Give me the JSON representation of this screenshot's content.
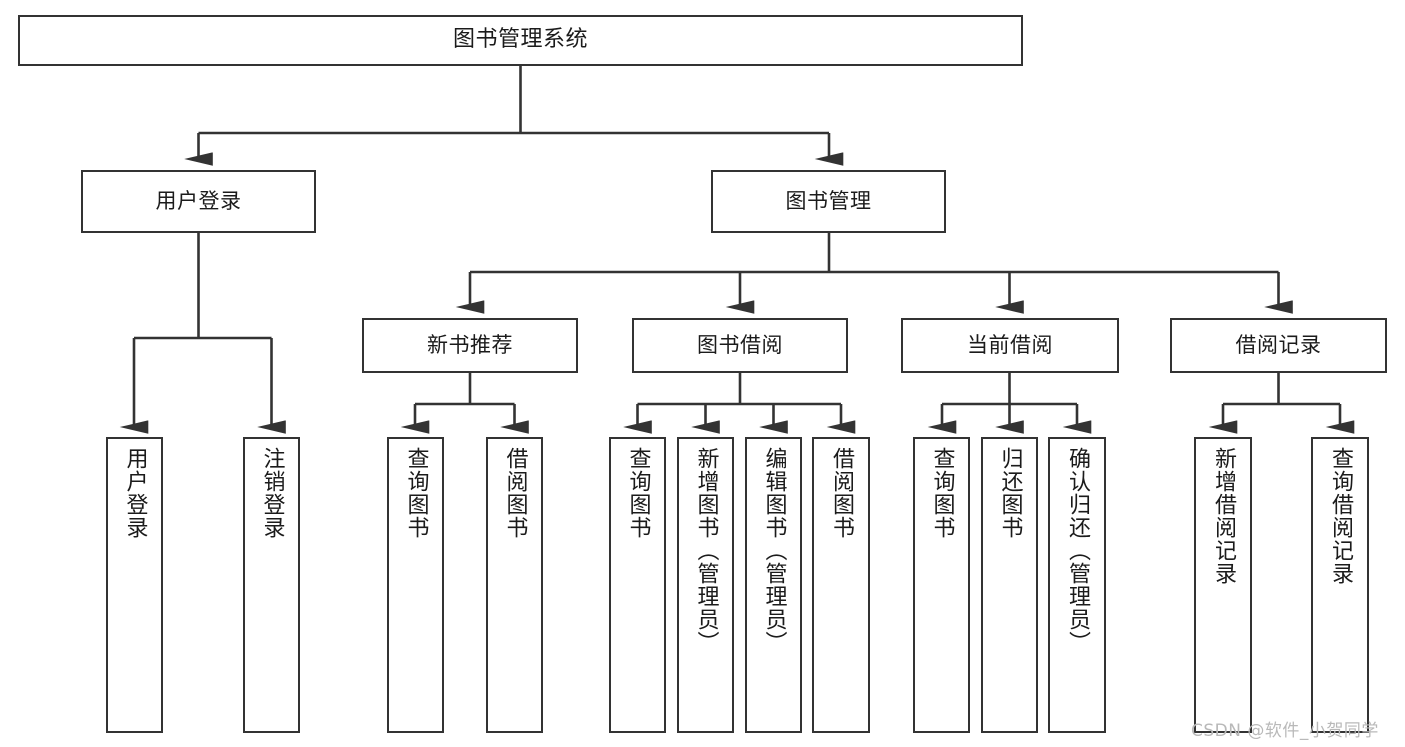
{
  "diagram": {
    "title": "图书管理系统",
    "type": "tree-hierarchy",
    "orientation": "top-down",
    "stroke_color": "#333333",
    "background_color": "#ffffff",
    "text_color": "#1b1b1b"
  },
  "nodes": {
    "root": {
      "label": "图书管理系统",
      "level": 1
    },
    "level2": [
      {
        "id": "user-login",
        "label": "用户登录",
        "level": 2
      },
      {
        "id": "book-management",
        "label": "图书管理",
        "level": 2
      }
    ],
    "level3": [
      {
        "id": "new-book-recommend",
        "label": "新书推荐",
        "level": 3,
        "parent": "book-management"
      },
      {
        "id": "book-borrow",
        "label": "图书借阅",
        "level": 3,
        "parent": "book-management"
      },
      {
        "id": "current-borrow",
        "label": "当前借阅",
        "level": 3,
        "parent": "book-management"
      },
      {
        "id": "borrow-record",
        "label": "借阅记录",
        "level": 3,
        "parent": "book-management"
      }
    ],
    "leaves": [
      {
        "id": "leaf-user-login",
        "label": "用户登录",
        "parent": "user-login"
      },
      {
        "id": "leaf-logout-login",
        "label": "注销登录",
        "parent": "user-login"
      },
      {
        "id": "leaf-query-book-1",
        "label": "查询图书",
        "parent": "new-book-recommend"
      },
      {
        "id": "leaf-borrow-book-1",
        "label": "借阅图书",
        "parent": "new-book-recommend"
      },
      {
        "id": "leaf-query-book-2",
        "label": "查询图书",
        "parent": "book-borrow"
      },
      {
        "id": "leaf-add-book",
        "label": "新增图书（管理员）",
        "parent": "book-borrow"
      },
      {
        "id": "leaf-edit-book",
        "label": "编辑图书（管理员）",
        "parent": "book-borrow"
      },
      {
        "id": "leaf-borrow-book-2",
        "label": "借阅图书",
        "parent": "book-borrow"
      },
      {
        "id": "leaf-query-book-3",
        "label": "查询图书",
        "parent": "current-borrow"
      },
      {
        "id": "leaf-return-book",
        "label": "归还图书",
        "parent": "current-borrow"
      },
      {
        "id": "leaf-confirm-return",
        "label": "确认归还（管理员）",
        "parent": "current-borrow"
      },
      {
        "id": "leaf-add-record",
        "label": "新增借阅记录",
        "parent": "borrow-record"
      },
      {
        "id": "leaf-query-record",
        "label": "查询借阅记录",
        "parent": "borrow-record"
      }
    ]
  },
  "watermark": {
    "text": "CSDN @软件_小贺同学"
  }
}
